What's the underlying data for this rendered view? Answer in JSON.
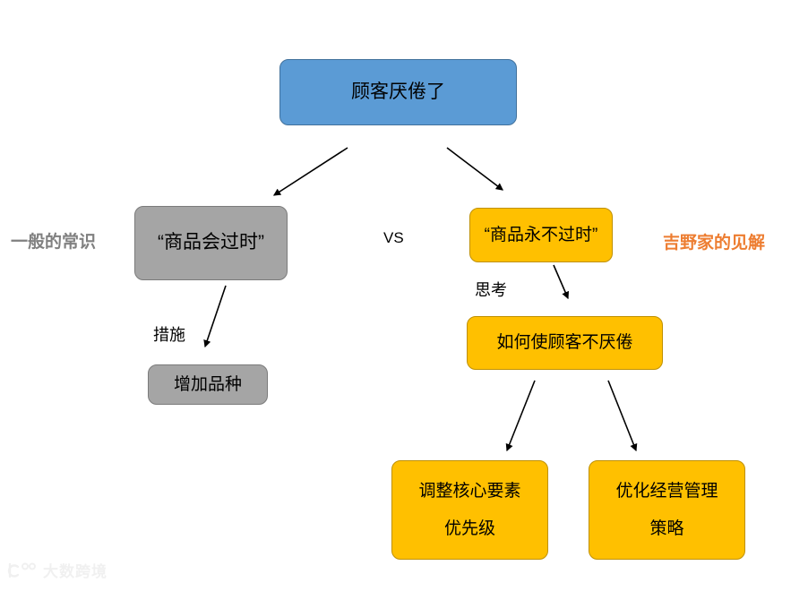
{
  "diagram": {
    "title_text": "顾客厌倦了",
    "nodes": {
      "root": {
        "text": "顾客厌倦了",
        "color": "#5B9BD5"
      },
      "common_sense_box": {
        "text": "“商品会过时”",
        "color": "#A5A5A5"
      },
      "common_sense_action": {
        "text": "增加品种",
        "color": "#A5A5A5"
      },
      "yoshinoya_box": {
        "text": "“商品永不过时”",
        "color": "#FFC000"
      },
      "question_box": {
        "text": "如何使顾客不厌倦",
        "color": "#FFC000"
      },
      "answer_left": {
        "line1": "调整核心要素",
        "line2": "优先级",
        "color": "#FFC000"
      },
      "answer_right": {
        "line1": "优化经营管理",
        "line2": "策略",
        "color": "#FFC000"
      }
    },
    "labels": {
      "left_column": "一般的常识",
      "right_column": "吉野家的见解",
      "versus": "VS",
      "measure": "措施",
      "thinking": "思考"
    },
    "colors": {
      "blue": "#5B9BD5",
      "blue_border": "#41719C",
      "gray": "#A5A5A5",
      "gray_border": "#7B7B7B",
      "yellow": "#FFC000",
      "yellow_border": "#BF9000",
      "orange_text": "#ED7D31",
      "gray_text": "#808080",
      "arrow": "#000000",
      "background": "#FFFFFF"
    }
  },
  "watermark": {
    "text": "大数跨境"
  }
}
